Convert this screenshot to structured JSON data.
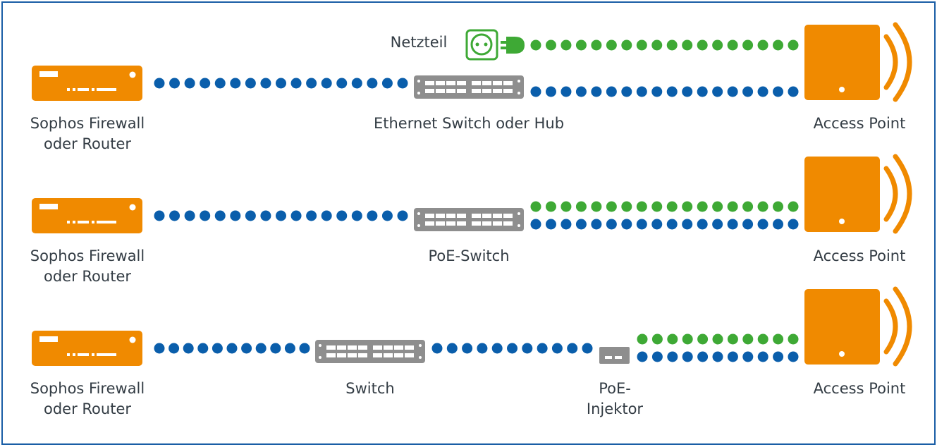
{
  "colors": {
    "border": "#1a5ea6",
    "device_orange": "#f08a00",
    "switch_grey": "#8e8e8e",
    "data_line": "#0a5eab",
    "power_line": "#3ea935",
    "label_text": "#333c44"
  },
  "icons": {
    "firewall": "firewall-router-icon",
    "switch": "network-switch-icon",
    "power_supply": "power-outlet-plug-icon",
    "injector": "poe-injector-icon",
    "access_point": "wireless-access-point-icon"
  },
  "rows": [
    {
      "firewall_label_1": "Sophos Firewall",
      "firewall_label_2": "oder Router",
      "switch_label": "Ethernet Switch oder Hub",
      "power_supply_label": "Netzteil",
      "ap_label": "Access Point"
    },
    {
      "firewall_label_1": "Sophos Firewall",
      "firewall_label_2": "oder Router",
      "switch_label": "PoE-Switch",
      "ap_label": "Access Point"
    },
    {
      "firewall_label_1": "Sophos Firewall",
      "firewall_label_2": "oder Router",
      "switch_label": "Switch",
      "injector_label_1": "PoE-",
      "injector_label_2": "Injektor",
      "ap_label": "Access Point"
    }
  ]
}
